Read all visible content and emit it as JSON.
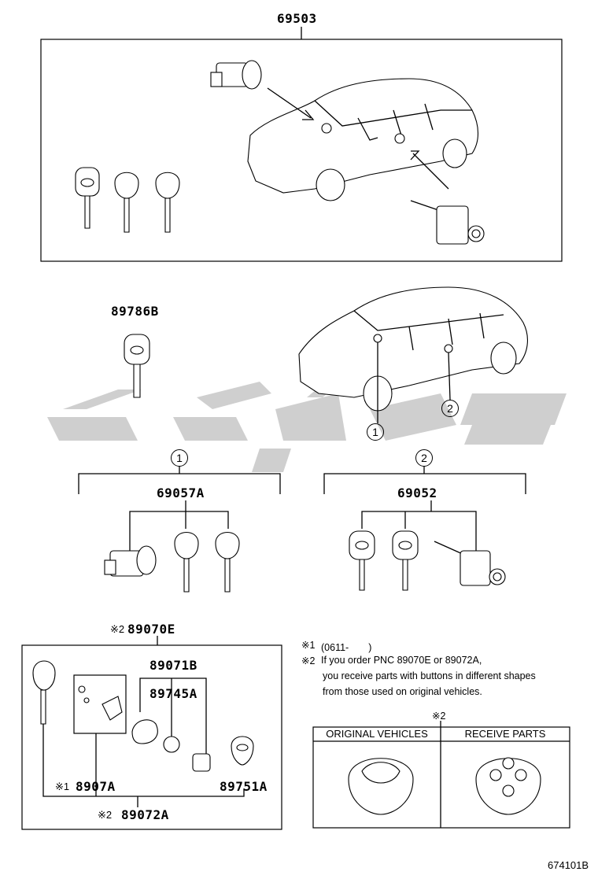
{
  "parts": {
    "main_set": "69503",
    "key_89786b": "89786B",
    "set_69057a": "69057A",
    "set_69052": "69052",
    "set_89070e": "89070E",
    "part_89071b": "89071B",
    "part_89745a": "89745A",
    "part_8907a": "8907A",
    "part_89751a": "89751A",
    "part_89072a": "89072A"
  },
  "markers": {
    "one": "1",
    "two": "2",
    "note_mark_1": "※1",
    "note_mark_2": "※2"
  },
  "notes": {
    "note1_mark": "※1",
    "note1_text": "(0611-　　)",
    "note2_mark": "※2",
    "note2_line1": "If you order PNC 89070E or 89072A,",
    "note2_line2": "you receive parts with buttons in different shapes",
    "note2_line3": "from those used on original vehicles."
  },
  "comparison_table": {
    "mark": "※2",
    "col1": "ORIGINAL VEHICLES",
    "col2": "RECEIVE PARTS"
  },
  "figure_id": "674101B",
  "watermark_color": "#c8c8c8"
}
